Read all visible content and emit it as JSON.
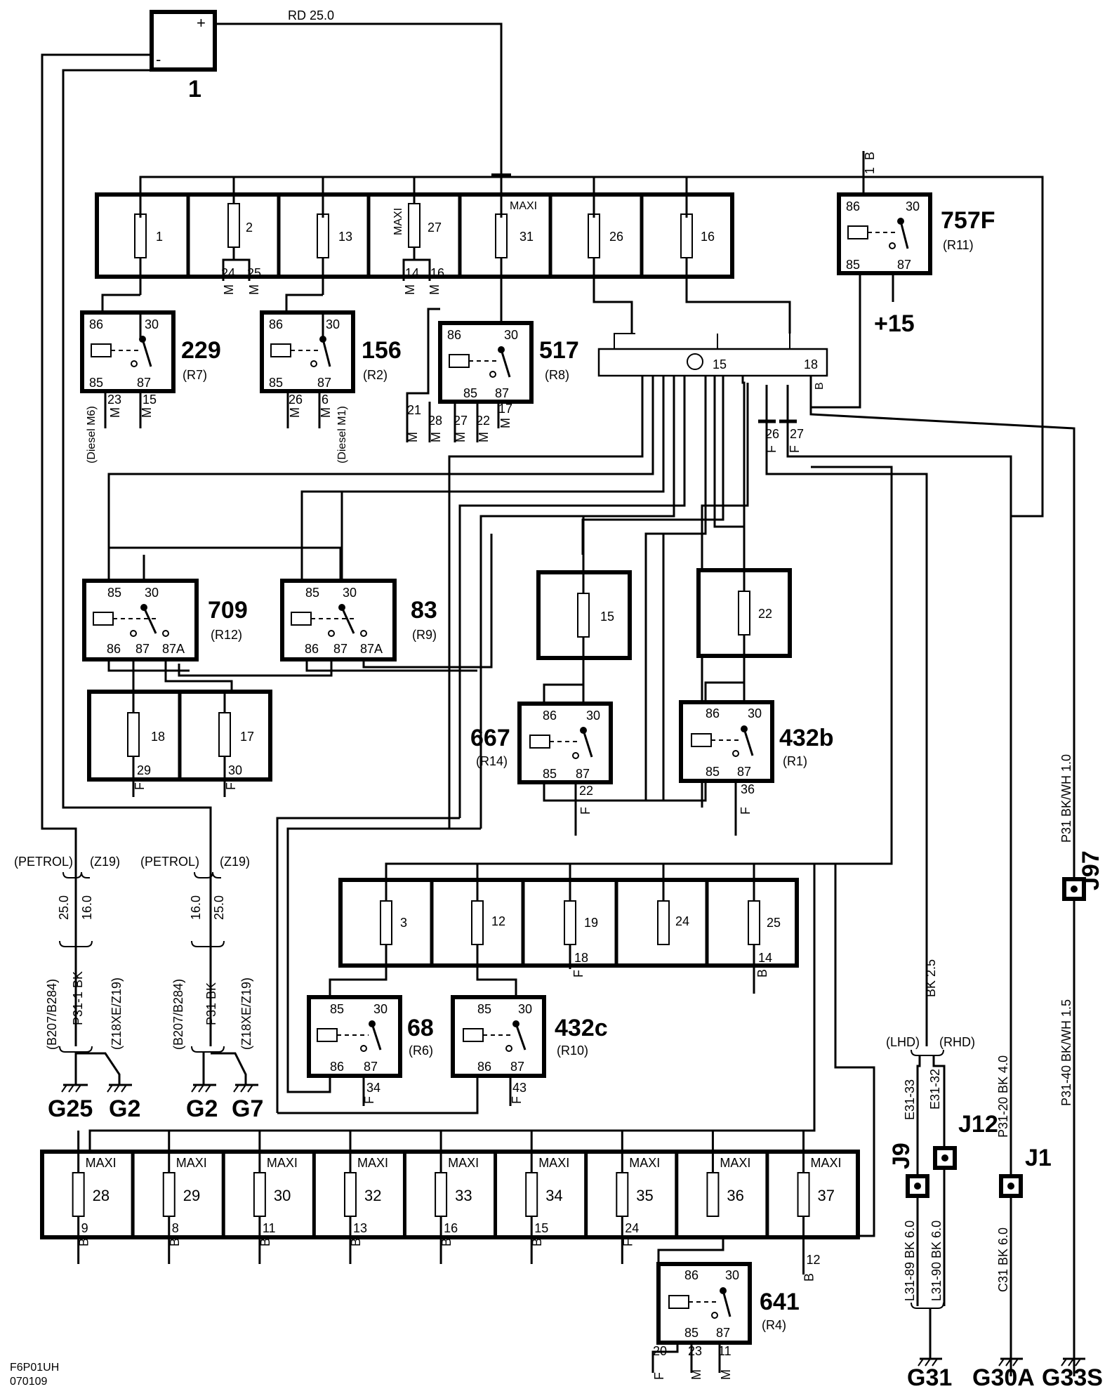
{
  "battery": {
    "label": "1",
    "plus": "+",
    "minus": "-"
  },
  "battery_cable": "RD  25.0",
  "fuse_box_top": {
    "fuses": [
      {
        "num": "1"
      },
      {
        "num": "2"
      },
      {
        "num": "13"
      },
      {
        "num": "27",
        "tag": "MAXI"
      },
      {
        "num": "31",
        "tag": "MAXI"
      },
      {
        "num": "26"
      },
      {
        "num": "16"
      }
    ],
    "pins": [
      "24",
      "25",
      "14",
      "16"
    ],
    "pin_code": "M"
  },
  "relays": {
    "r229": {
      "num": "229",
      "ref": "(R7)",
      "pins": [
        "86",
        "30",
        "85",
        "87"
      ],
      "wires": [
        "23",
        "15"
      ],
      "note": "(Diesel M6)"
    },
    "r156": {
      "num": "156",
      "ref": "(R2)",
      "pins": [
        "86",
        "30",
        "85",
        "87"
      ],
      "wires": [
        "26",
        "6"
      ],
      "note": "(Diesel M1)"
    },
    "r517": {
      "num": "517",
      "ref": "(R8)",
      "pins": [
        "86",
        "30",
        "85",
        "87"
      ],
      "wires": [
        "21",
        "28",
        "27",
        "22",
        "17"
      ]
    },
    "r757F": {
      "num": "757F",
      "ref": "(R11)",
      "pins": [
        "86",
        "30",
        "85",
        "87"
      ]
    },
    "r709": {
      "num": "709",
      "ref": "(R12)",
      "pins": [
        "85",
        "30",
        "86",
        "87",
        "87A"
      ]
    },
    "r83": {
      "num": "83",
      "ref": "(R9)",
      "pins": [
        "85",
        "30",
        "86",
        "87",
        "87A"
      ]
    },
    "r667": {
      "num": "667",
      "ref": "(R14)",
      "pins": [
        "86",
        "30",
        "85",
        "87"
      ],
      "wires": [
        "22"
      ]
    },
    "r432b": {
      "num": "432b",
      "ref": "(R1)",
      "pins": [
        "86",
        "30",
        "85",
        "87"
      ],
      "wires": [
        "36"
      ]
    },
    "r68": {
      "num": "68",
      "ref": "(R6)",
      "pins": [
        "85",
        "30",
        "86",
        "87"
      ],
      "wires": [
        "34"
      ]
    },
    "r432c": {
      "num": "432c",
      "ref": "(R10)",
      "pins": [
        "85",
        "30",
        "86",
        "87"
      ],
      "wires": [
        "43"
      ]
    },
    "r641": {
      "num": "641",
      "ref": "(R4)",
      "pins": [
        "86",
        "30",
        "85",
        "87"
      ],
      "wires": [
        "20",
        "23",
        "11"
      ]
    }
  },
  "plus15": "+15",
  "ground_b1": {
    "code": "B",
    "num": "1"
  },
  "module": {
    "pin15": "15",
    "pin18": "18",
    "pinB": "B",
    "w26": "26",
    "w27": "27",
    "code": "F"
  },
  "fuses_single": [
    {
      "num": "15"
    },
    {
      "num": "22"
    }
  ],
  "fuses_pair": {
    "fuses": [
      {
        "num": "18",
        "wire": "29"
      },
      {
        "num": "17",
        "wire": "30"
      }
    ]
  },
  "fuse_box_mid": {
    "fuses": [
      {
        "num": "3"
      },
      {
        "num": "12"
      },
      {
        "num": "19"
      },
      {
        "num": "24"
      },
      {
        "num": "25"
      }
    ],
    "wires": [
      {
        "num": "18",
        "code": "F"
      },
      {
        "num": "14",
        "code": "B"
      }
    ]
  },
  "fuse_box_bottom": {
    "tag": "MAXI",
    "fuses": [
      {
        "num": "28",
        "wire": "9",
        "code": "B"
      },
      {
        "num": "29",
        "wire": "8",
        "code": "B"
      },
      {
        "num": "30",
        "wire": "11",
        "code": "B"
      },
      {
        "num": "32",
        "wire": "13",
        "code": "B"
      },
      {
        "num": "33",
        "wire": "16",
        "code": "B"
      },
      {
        "num": "34",
        "wire": "15",
        "code": "B"
      },
      {
        "num": "35",
        "wire": "24",
        "code": "F"
      },
      {
        "num": "36"
      },
      {
        "num": "37",
        "wire": "12",
        "code": "B"
      }
    ]
  },
  "battery_left": {
    "petrol": "(PETROL)",
    "z19": "(Z19)",
    "w1": "25.0",
    "w2": "16.0",
    "cable": "P31-1 BK",
    "engine_a": "(B207/B284)",
    "engine_b": "(Z18XE/Z19)",
    "g_left": "G25",
    "g_right": "G2"
  },
  "battery_right": {
    "petrol": "(PETROL)",
    "z19": "(Z19)",
    "w1": "16.0",
    "w2": "25.0",
    "cable": "P31  BK",
    "engine_a": "(B207/B284)",
    "engine_b": "(Z18XE/Z19)",
    "g_left": "G2",
    "g_right": "G7"
  },
  "right_grounds": {
    "bk25": "BK 2.5",
    "lhd": "(LHD)",
    "rhd": "(RHD)",
    "e3133": "E31-33",
    "e3132": "E31-32",
    "j9": "J9",
    "j12": "J12",
    "j1": "J1",
    "j97": "J97",
    "l3189": "L31-89  BK  6.0",
    "l3190": "L31-90  BK  6.0",
    "c31": "C31  BK  6.0",
    "p3120": "P31-20  BK  4.0",
    "p31": "P31  BK/WH  1.0",
    "p3140": "P31-40  BK/WH  1.5",
    "g31": "G31",
    "g30a": "G30A",
    "g33s": "G33S"
  },
  "footer": {
    "code": "F6P01UH",
    "date": "070109"
  }
}
